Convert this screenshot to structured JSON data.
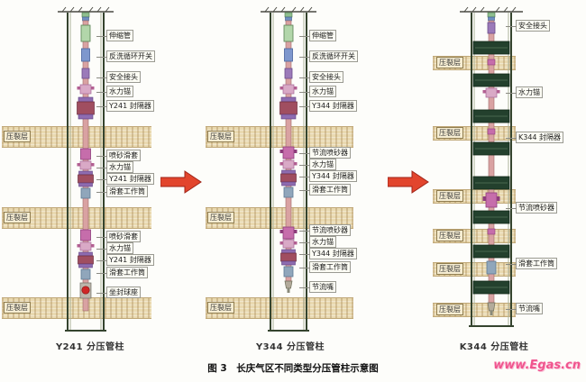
{
  "figure": {
    "caption": "图 3　长庆气区不同类型分压管柱示意图",
    "watermark": "www.Egas.cn"
  },
  "colors": {
    "arrow": "#e2452d",
    "fracture_band": "#e9d9b0",
    "packer_dark": "#23402d",
    "tubing": "#d9a2a2",
    "watermark": "#f0548e"
  },
  "columns": [
    {
      "name": "Y241 分压管柱",
      "labels": [
        "伸缩管",
        "反洗循环开关",
        "安全接头",
        "水力锚",
        "Y241 封隔器",
        "喷砂滑套",
        "水力锚",
        "Y241 封隔器",
        "滑套工作筒",
        "喷砂滑套",
        "水力锚",
        "Y241 封隔器",
        "滑套工作筒",
        "坐封球座"
      ],
      "layers": [
        "压裂层",
        "压裂层",
        "压裂层"
      ]
    },
    {
      "name": "Y344 分压管柱",
      "labels": [
        "伸缩管",
        "反洗循环开关",
        "安全接头",
        "水力锚",
        "Y344 封隔器",
        "节流喷砂器",
        "水力锚",
        "Y344 封隔器",
        "滑套工作筒",
        "节流喷砂器",
        "水力锚",
        "Y344 封隔器",
        "滑套工作筒",
        "节流嘴"
      ],
      "layers": [
        "压裂层",
        "压裂层",
        "压裂层"
      ]
    },
    {
      "name": "K344 分压管柱",
      "labels": [
        "安全接头",
        "水力锚",
        "K344 封隔器",
        "节流喷砂器",
        "滑套工作筒",
        "节流嘴"
      ],
      "layers": [
        "压裂层",
        "压裂层",
        "压裂层",
        "压裂层",
        "压裂层",
        "压裂层"
      ]
    }
  ]
}
